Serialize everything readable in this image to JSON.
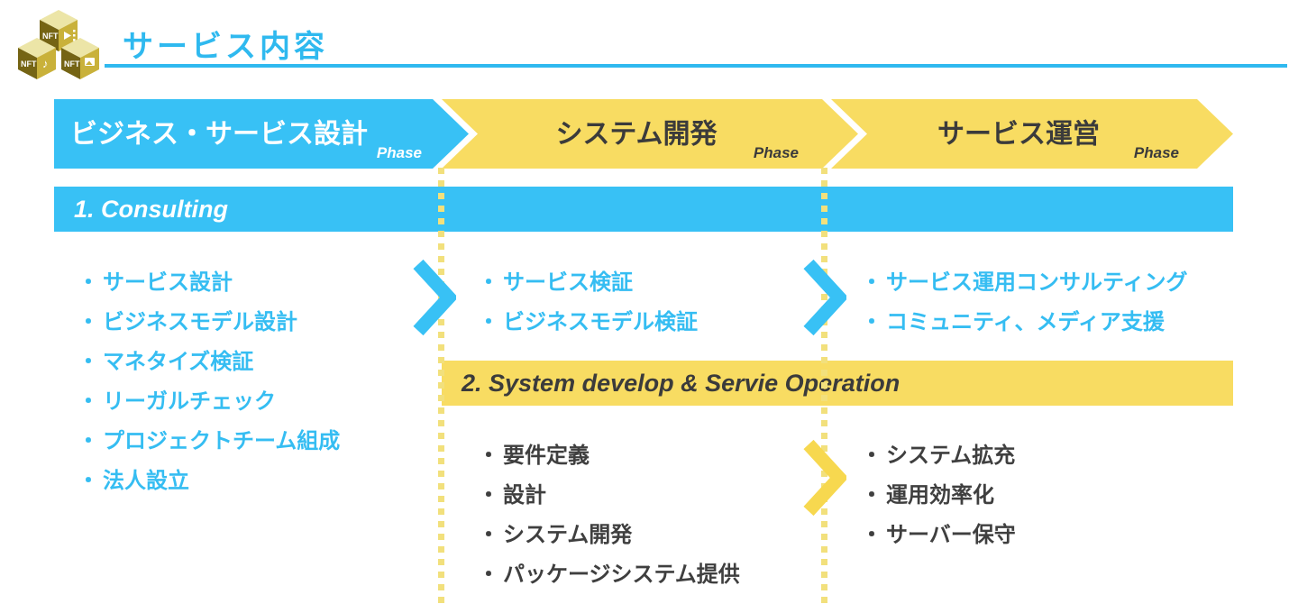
{
  "header": {
    "title": "サービス内容",
    "icon": "nft-cubes-icon",
    "cube_label": "NFT"
  },
  "bullet": "・",
  "phases": [
    {
      "label": "ビジネス・サービス設計",
      "suffix": "Phase",
      "color": "#38c1f5"
    },
    {
      "label": "システム開発",
      "suffix": "Phase",
      "color": "#f8dc62"
    },
    {
      "label": "サービス運営",
      "suffix": "Phase",
      "color": "#f8dc62"
    }
  ],
  "sections": [
    {
      "label": "1. Consulting",
      "color": "#38c1f5"
    },
    {
      "label": "2. System develop & Servie Operation",
      "color": "#f8dc62"
    }
  ],
  "lists": {
    "consulting_design": [
      "サービス設計",
      "ビジネスモデル設計",
      "マネタイズ検証",
      "リーガルチェック",
      "プロジェクトチーム組成",
      "法人設立"
    ],
    "consulting_develop": [
      "サービス検証",
      "ビジネスモデル検証"
    ],
    "consulting_operate": [
      "サービス運用コンサルティング",
      "コミュニティ、メディア支援"
    ],
    "system_develop": [
      "要件定義",
      "設計",
      "システム開発",
      "パッケージシステム提供"
    ],
    "system_operate": [
      "システム拡充",
      "運用効率化",
      "サーバー保守"
    ]
  },
  "colors": {
    "accent_blue": "#38c1f5",
    "accent_yellow": "#f8dc62",
    "text_dark": "#3f3f3f",
    "cube_top": "#ece5a7",
    "cube_left": "#756414",
    "cube_right": "#c9b13a"
  }
}
